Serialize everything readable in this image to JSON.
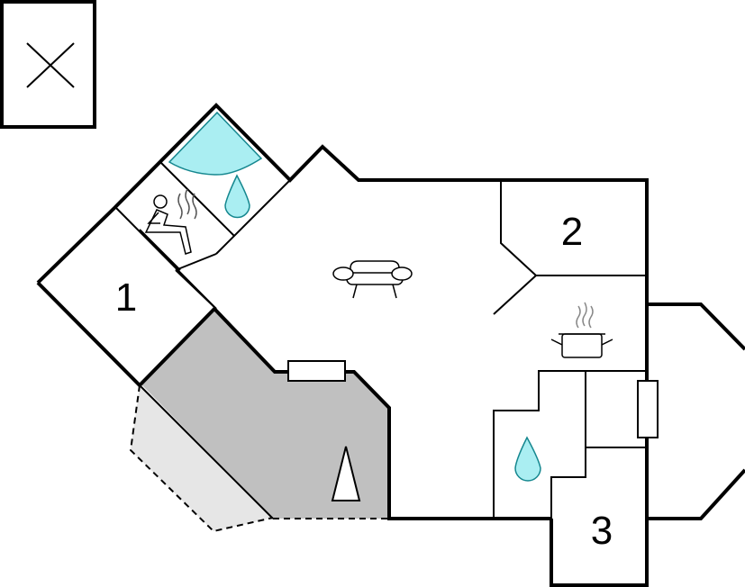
{
  "rooms": [
    {
      "id": "bedroom-1",
      "label": "1"
    },
    {
      "id": "bedroom-2",
      "label": "2"
    },
    {
      "id": "bedroom-3",
      "label": "3"
    }
  ],
  "icons": {
    "compass": "north-arrow-icon",
    "legend": "x-box-icon",
    "sofa": "sofa-icon",
    "cooking_pot": "cooking-pot-icon",
    "sauna": "sauna-icon",
    "water_drop": "water-drop-icon",
    "jacuzzi": "jacuzzi-icon"
  },
  "colors": {
    "wall": "#000000",
    "terrace_covered": "#c0c0c0",
    "terrace_open": "#e6e6e6",
    "water": "#aaeef2",
    "water_stroke": "#15878f"
  }
}
